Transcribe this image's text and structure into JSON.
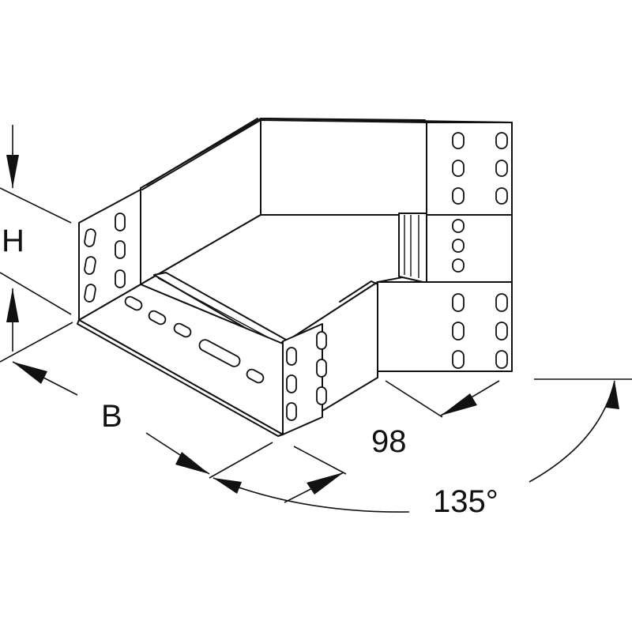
{
  "dimensions": {
    "height_label": "H",
    "width_label": "B",
    "length_label": "98",
    "angle_label": "135°"
  }
}
